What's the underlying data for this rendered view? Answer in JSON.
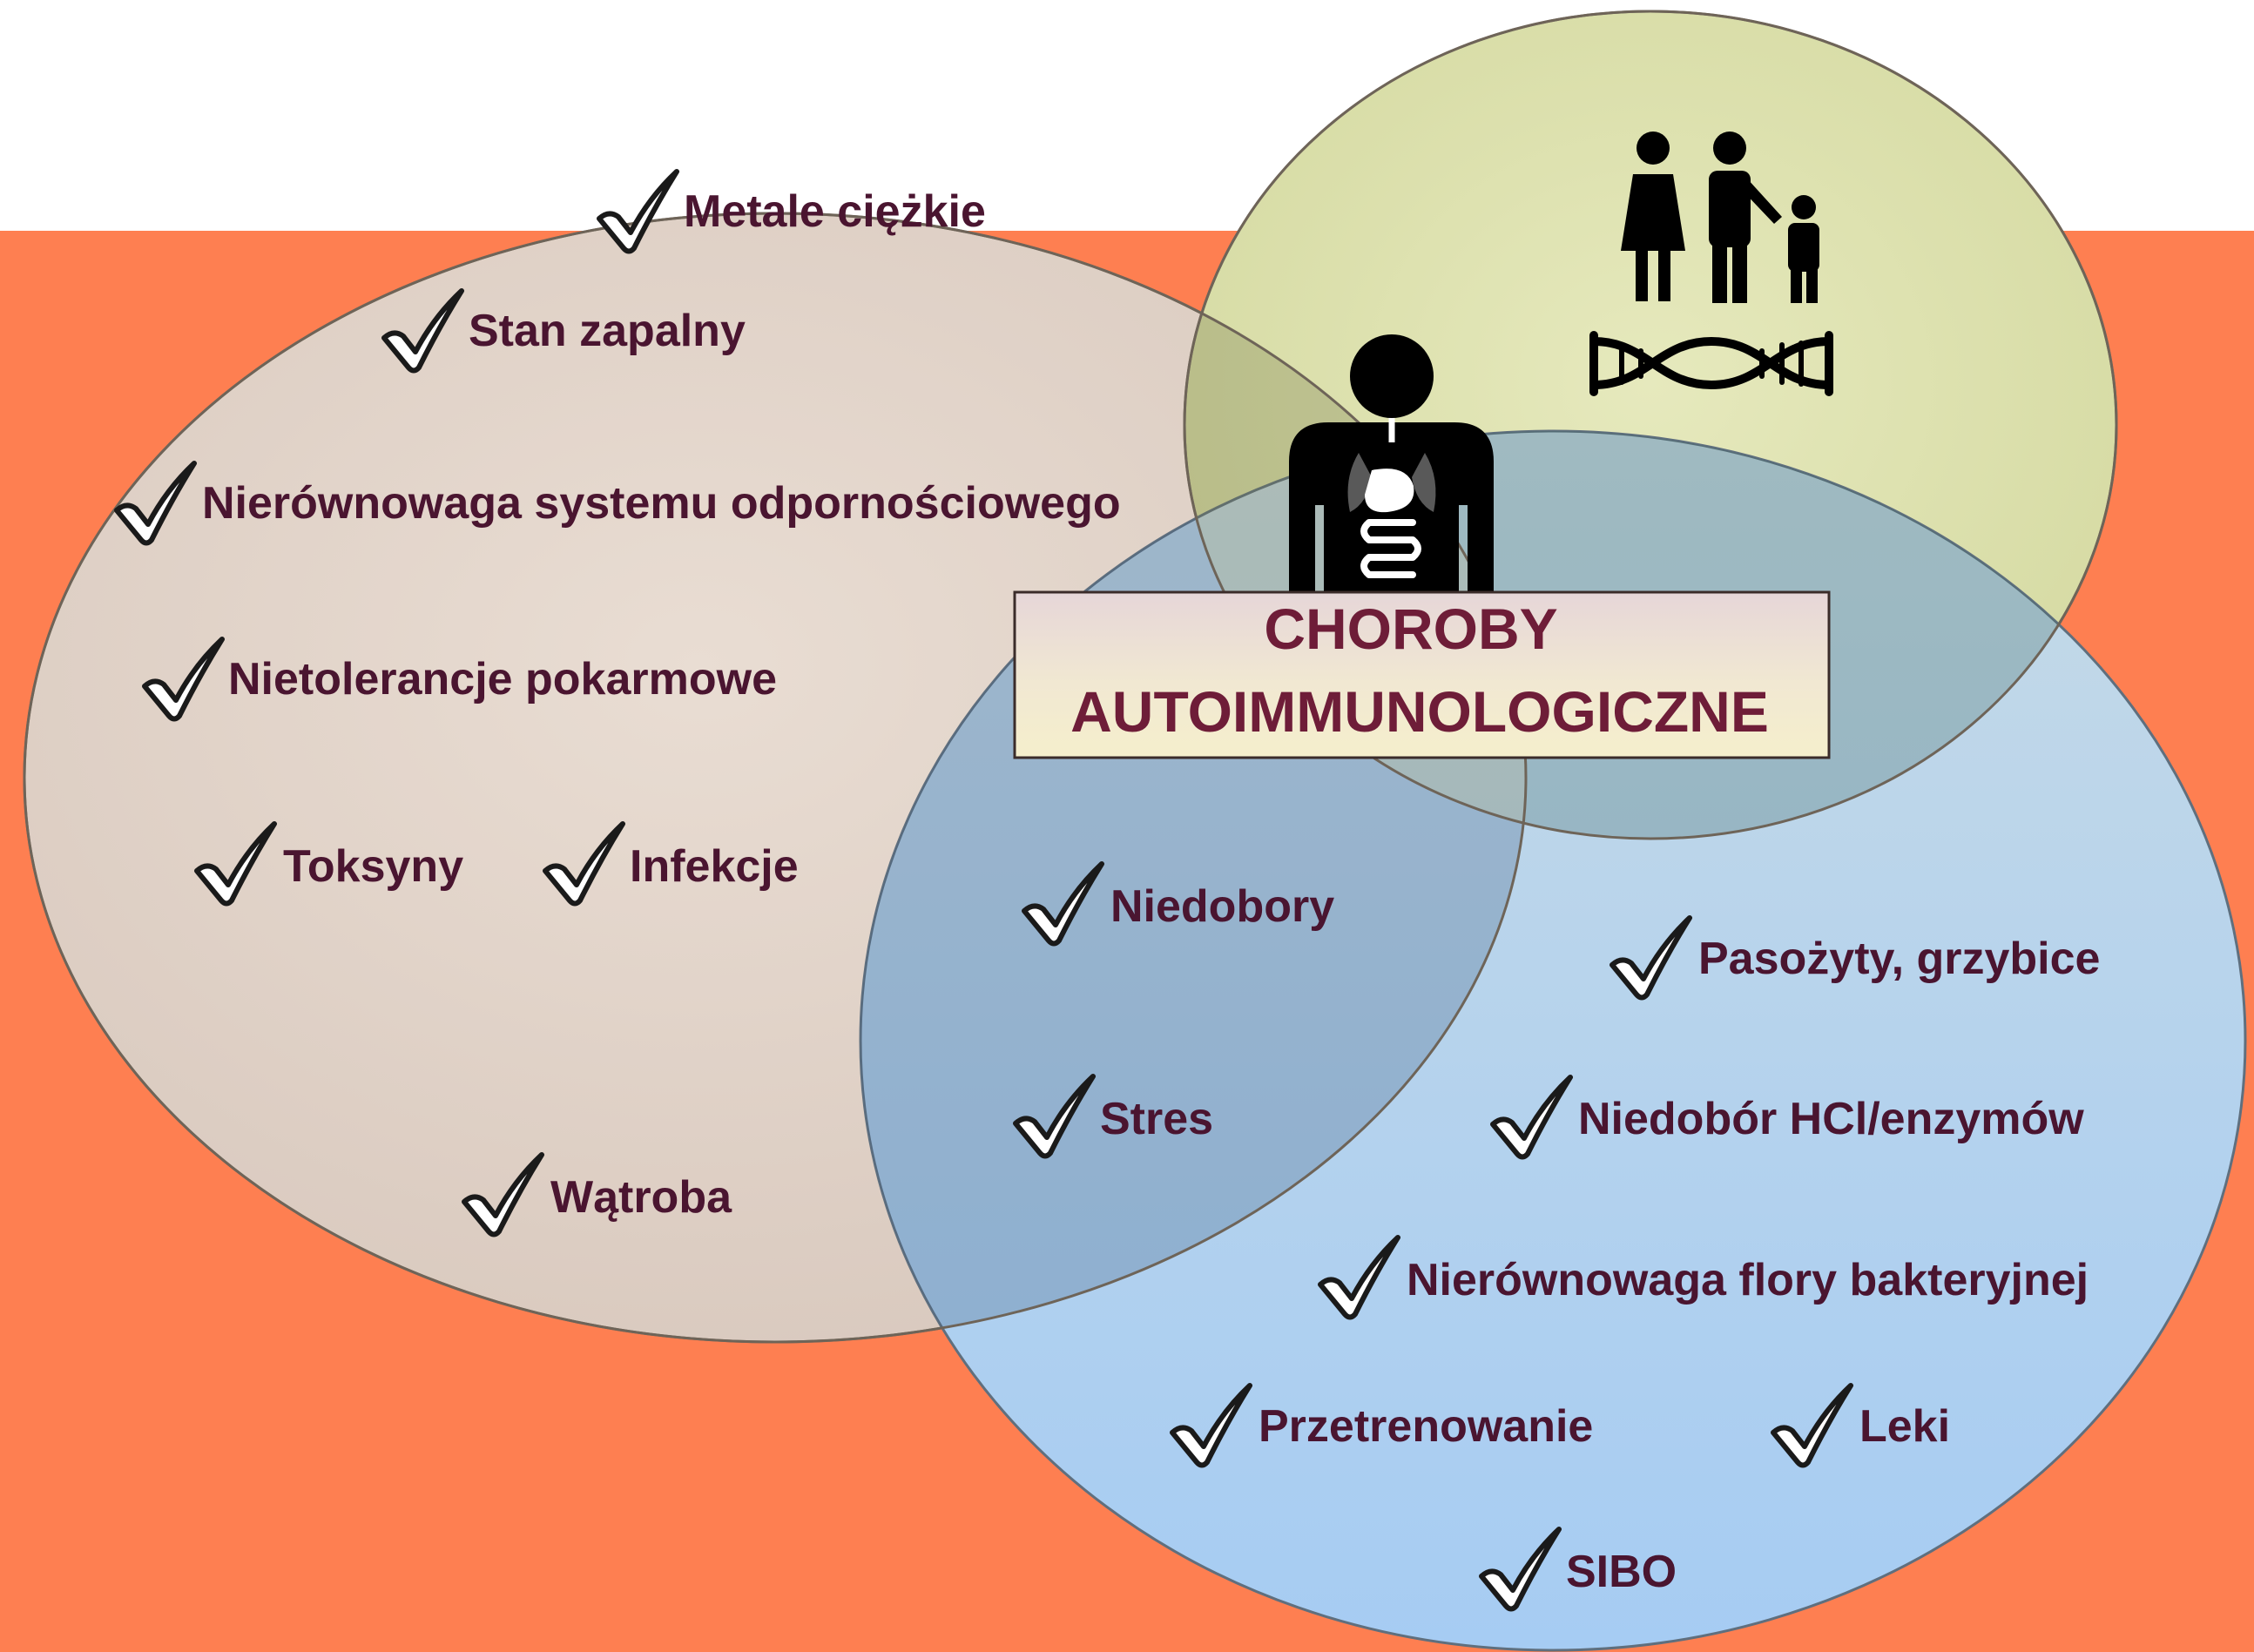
{
  "colors": {
    "banner": "#fe7f51",
    "left_circle": "#e2d3c8",
    "top_circle": "#dfe3b0",
    "bottom_circle": "#b7d4ea",
    "text": "#4a1530",
    "title_text": "#6e1d38"
  },
  "icons": {
    "family": "family-icon",
    "dna": "dna-icon",
    "body": "human-body-organs-icon",
    "check": "checkmark-icon"
  },
  "title": {
    "line1": "CHOROBY",
    "line2": "AUTOIMMUNOLOGICZNE"
  },
  "items": [
    "Metale ciężkie",
    "Stan zapalny",
    "Nierównowaga systemu odpornościowego",
    "Nietolerancje pokarmowe",
    "Toksyny",
    "Infekcje",
    "Wątroba",
    "Niedobory",
    "Stres",
    "Pasożyty, grzybice",
    "Niedobór HCl/enzymów",
    "Nierównowaga flory bakteryjnej",
    "Przetrenowanie",
    "Leki",
    "SIBO"
  ]
}
